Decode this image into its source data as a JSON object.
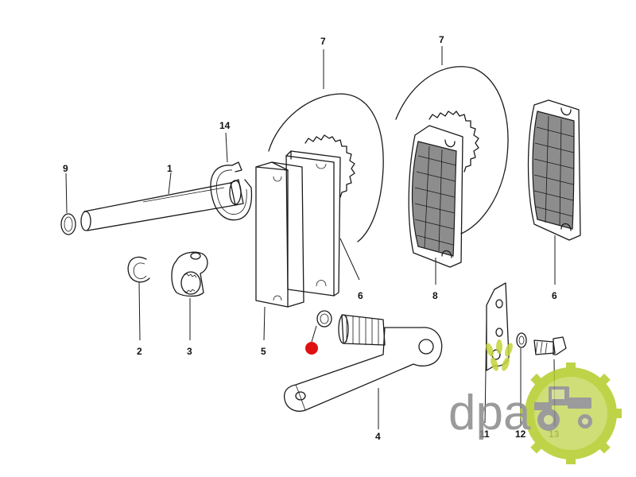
{
  "diagram": {
    "callouts": [
      {
        "id": "c1",
        "text": "1"
      },
      {
        "id": "c2",
        "text": "2"
      },
      {
        "id": "c3",
        "text": "3"
      },
      {
        "id": "c4",
        "text": "4"
      },
      {
        "id": "c5",
        "text": "5"
      },
      {
        "id": "c6a",
        "text": "6"
      },
      {
        "id": "c6b",
        "text": "6"
      },
      {
        "id": "c7a",
        "text": "7"
      },
      {
        "id": "c7b",
        "text": "7"
      },
      {
        "id": "c8",
        "text": "8"
      },
      {
        "id": "c9",
        "text": "9"
      },
      {
        "id": "c11",
        "text": "11"
      },
      {
        "id": "c12",
        "text": "12"
      },
      {
        "id": "c13",
        "text": "13"
      },
      {
        "id": "c14",
        "text": "14"
      }
    ],
    "highlight_color": "#e01010"
  },
  "watermark": {
    "text": "dpa",
    "text_color": "#8a8a8a",
    "badge_color": "#b5cc2a",
    "accent_color": "#c4d43a",
    "icon": "tractor-icon"
  }
}
